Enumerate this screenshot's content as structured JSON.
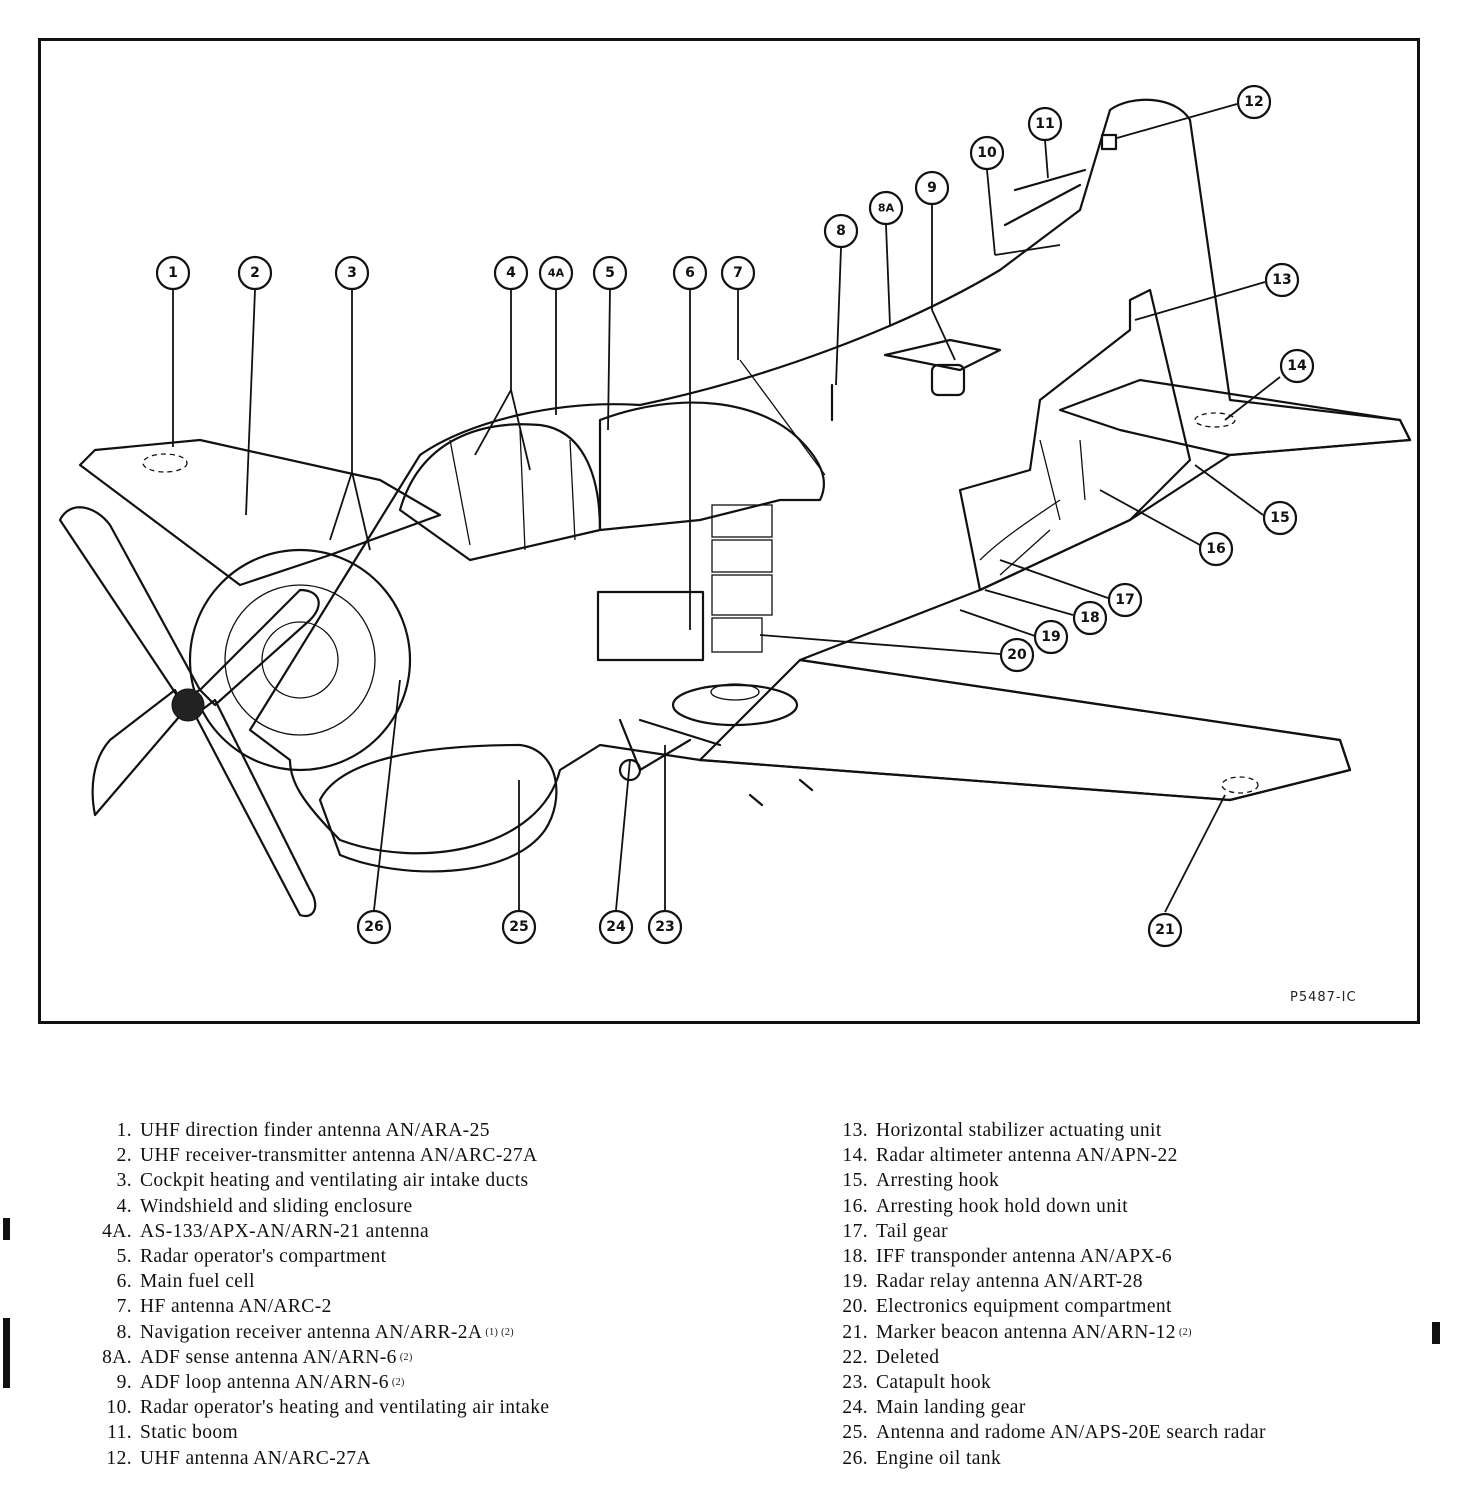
{
  "figure": {
    "drawing_code": "P5487-IC",
    "callouts": [
      "1",
      "2",
      "3",
      "4",
      "4A",
      "5",
      "6",
      "7",
      "8",
      "8A",
      "9",
      "10",
      "11",
      "12",
      "13",
      "14",
      "15",
      "16",
      "17",
      "18",
      "19",
      "20",
      "21",
      "23",
      "24",
      "25",
      "26"
    ]
  },
  "legend": {
    "left": [
      {
        "num": "1.",
        "text": "UHF direction finder antenna AN/ARA-25",
        "notes": ""
      },
      {
        "num": "2.",
        "text": "UHF receiver-transmitter antenna AN/ARC-27A",
        "notes": ""
      },
      {
        "num": "3.",
        "text": "Cockpit heating and ventilating air intake ducts",
        "notes": ""
      },
      {
        "num": "4.",
        "text": "Windshield and sliding enclosure",
        "notes": ""
      },
      {
        "num": "4A.",
        "text": "AS-133/APX-AN/ARN-21 antenna",
        "notes": ""
      },
      {
        "num": "5.",
        "text": "Radar operator's compartment",
        "notes": ""
      },
      {
        "num": "6.",
        "text": "Main fuel cell",
        "notes": ""
      },
      {
        "num": "7.",
        "text": "HF antenna AN/ARC-2",
        "notes": ""
      },
      {
        "num": "8.",
        "text": "Navigation receiver antenna AN/ARR-2A",
        "notes": "(1) (2)"
      },
      {
        "num": "8A.",
        "text": "ADF sense antenna AN/ARN-6",
        "notes": "(2)"
      },
      {
        "num": "9.",
        "text": "ADF loop antenna AN/ARN-6",
        "notes": "(2)"
      },
      {
        "num": "10.",
        "text": "Radar operator's heating and ventilating air intake",
        "notes": ""
      },
      {
        "num": "11.",
        "text": "Static boom",
        "notes": ""
      },
      {
        "num": "12.",
        "text": "UHF antenna AN/ARC-27A",
        "notes": ""
      }
    ],
    "right": [
      {
        "num": "13.",
        "text": "Horizontal stabilizer actuating unit",
        "notes": ""
      },
      {
        "num": "14.",
        "text": "Radar altimeter antenna AN/APN-22",
        "notes": ""
      },
      {
        "num": "15.",
        "text": "Arresting hook",
        "notes": ""
      },
      {
        "num": "16.",
        "text": "Arresting hook hold down unit",
        "notes": ""
      },
      {
        "num": "17.",
        "text": "Tail gear",
        "notes": ""
      },
      {
        "num": "18.",
        "text": "IFF transponder antenna AN/APX-6",
        "notes": ""
      },
      {
        "num": "19.",
        "text": "Radar relay antenna AN/ART-28",
        "notes": ""
      },
      {
        "num": "20.",
        "text": "Electronics equipment compartment",
        "notes": ""
      },
      {
        "num": "21.",
        "text": "Marker beacon antenna AN/ARN-12",
        "notes": "(2)"
      },
      {
        "num": "22.",
        "text": "Deleted",
        "notes": ""
      },
      {
        "num": "23.",
        "text": "Catapult hook",
        "notes": ""
      },
      {
        "num": "24.",
        "text": "Main landing gear",
        "notes": ""
      },
      {
        "num": "25.",
        "text": "Antenna and radome AN/APS-20E search radar",
        "notes": ""
      },
      {
        "num": "26.",
        "text": "Engine oil tank",
        "notes": ""
      }
    ]
  },
  "colors": {
    "ink": "#111111",
    "paper": "#ffffff"
  }
}
